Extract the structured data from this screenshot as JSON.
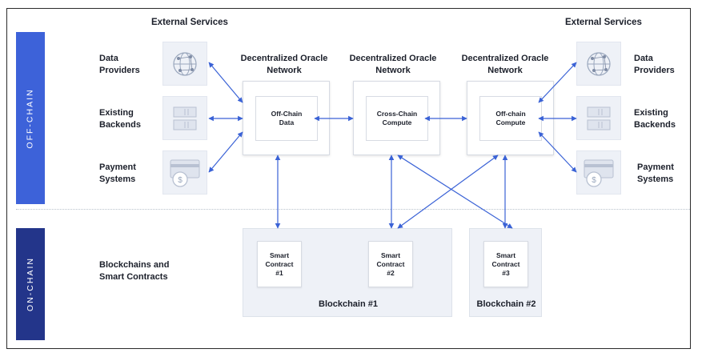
{
  "bands": {
    "off_chain": "OFF-CHAIN",
    "on_chain": "ON-CHAIN"
  },
  "external_services": {
    "left_title": "External Services",
    "right_title": "External Services"
  },
  "left_services": [
    {
      "label": "Data\nProviders",
      "icon": "network-globe-icon"
    },
    {
      "label": "Existing\nBackends",
      "icon": "server-stack-icon"
    },
    {
      "label": "Payment\nSystems",
      "icon": "payment-card-icon"
    }
  ],
  "right_services": [
    {
      "label": "Data\nProviders",
      "icon": "network-globe-icon"
    },
    {
      "label": "Existing\nBackends",
      "icon": "server-stack-icon"
    },
    {
      "label": "Payment\nSystems",
      "icon": "payment-card-icon"
    }
  ],
  "oracle_networks": [
    {
      "title": "Decentralized\nOracle Network",
      "inner": "Off-Chain\nData"
    },
    {
      "title": "Decentralized\nOracle Network",
      "inner": "Cross-Chain\nCompute"
    },
    {
      "title": "Decentralized\nOracle Network",
      "inner": "Off-chain\nCompute"
    }
  ],
  "on_chain_label": "Blockchains and\nSmart Contracts",
  "blockchains": [
    {
      "label": "Blockchain #1",
      "contracts": [
        "Smart\nContract\n#1",
        "Smart\nContract\n#2"
      ]
    },
    {
      "label": "Blockchain #2",
      "contracts": [
        "Smart\nContract\n#3"
      ]
    }
  ],
  "colors": {
    "arrow": "#3a62d6",
    "off_chain_band": "#3d62d9",
    "on_chain_band": "#23358a",
    "panel": "#eef1f7"
  }
}
